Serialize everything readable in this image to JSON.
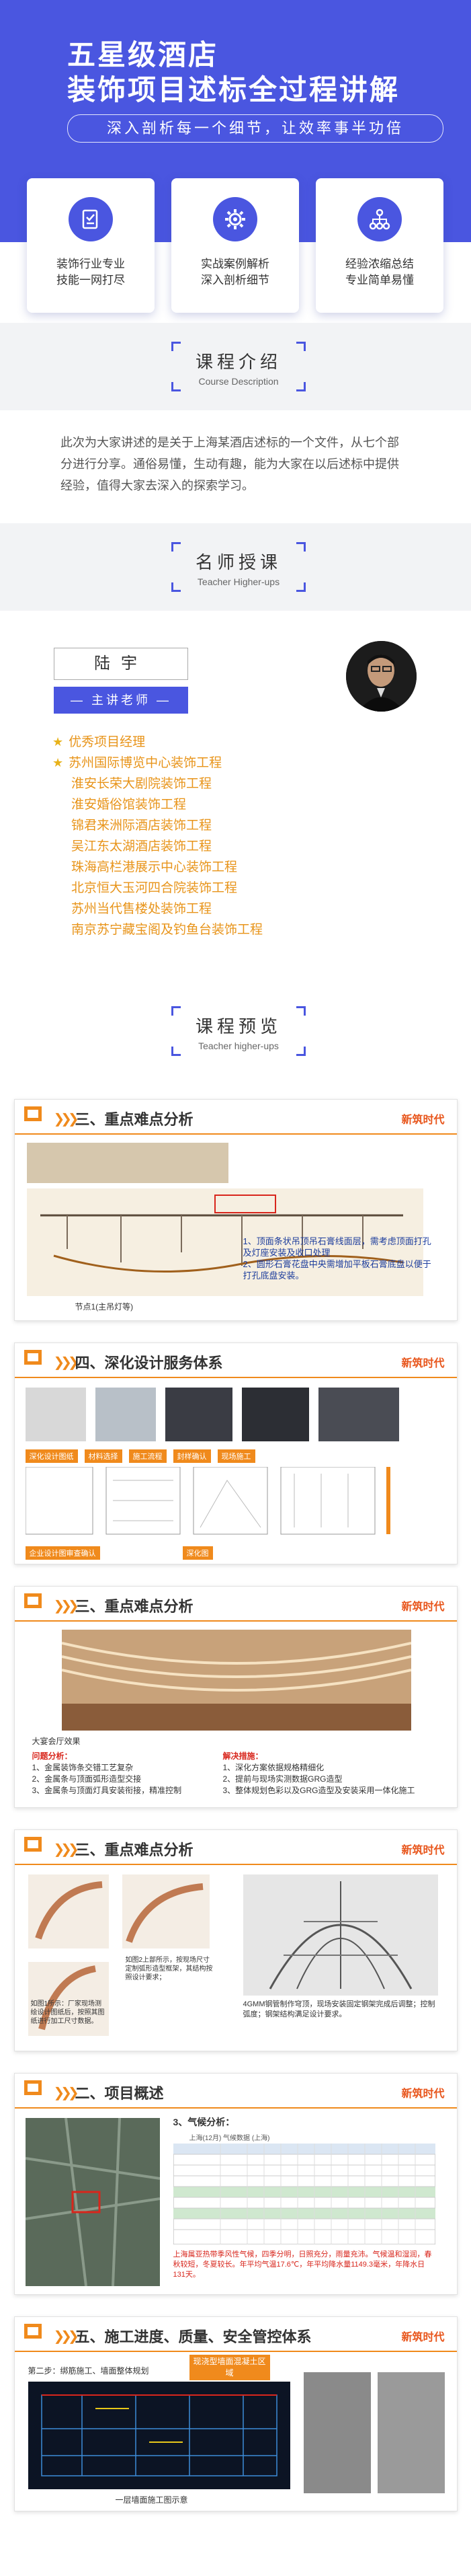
{
  "hero": {
    "title_line1": "五星级酒店",
    "title_line2": "装饰项目述标全过程讲解",
    "tagline": "深入剖析每一个细节，让效率事半功倍",
    "features": [
      {
        "line1": "装饰行业专业",
        "line2": "技能一网打尽"
      },
      {
        "line1": "实战案例解析",
        "line2": "深入剖析细节"
      },
      {
        "line1": "经验浓缩总结",
        "line2": "专业简单易懂"
      }
    ]
  },
  "course": {
    "title_zh": "课程介绍",
    "title_en": "Course Description",
    "intro": "此次为大家讲述的是关于上海某酒店述标的一个文件，从七个部分进行分享。通俗易懂，生动有趣，能为大家在以后述标中提供经验，值得大家去深入的探索学习。"
  },
  "teacher": {
    "title_zh": "名师授课",
    "title_en": "Teacher Higher-ups",
    "name": "陆宇",
    "role": "主讲老师",
    "items": [
      "优秀项目经理",
      "苏州国际博览中心装饰工程",
      "淮安长荣大剧院装饰工程",
      "淮安婚俗馆装饰工程",
      "锦君来洲际酒店装饰工程",
      "吴江东太湖酒店装饰工程",
      "珠海高栏港展示中心装饰工程",
      "北京恒大玉河四合院装饰工程",
      "苏州当代售楼处装饰工程",
      "南京苏宁藏宝阁及钓鱼台装饰工程"
    ]
  },
  "preview": {
    "title_zh": "课程预览",
    "title_en": "Teacher higher-ups",
    "brand": "新筑时代",
    "slides": [
      {
        "title": "三、重点难点分析",
        "notes": [
          "1、顶面条状吊顶吊石膏线面层，需考虑顶面打孔及灯座安装及收口处理",
          "2、圆形石膏花盘中央需增加平板石膏底盘以便于打孔底盘安装。"
        ],
        "caption": "节点1(主吊灯等)"
      },
      {
        "title": "四、深化设计服务体系",
        "labels": [
          "深化设计图纸",
          "材料选择",
          "施工流程",
          "封样确认",
          "现场施工",
          "深化图",
          "企业设计图审查确认"
        ]
      },
      {
        "title": "三、重点难点分析",
        "caption": "大宴会厅效果",
        "problem_head": "问题分析：",
        "problems": [
          "1、金属装饰条交错工艺复杂",
          "2、金属条与顶面弧形造型交接",
          "3、金属条与顶面灯具安装衔接，精准控制"
        ],
        "solution_head": "解决措施：",
        "solutions": [
          "1、深化方案依据规格精细化",
          "2、提前与现场实测数据GRG造型",
          "3、整体规划色彩以及GRG造型及安装采用一体化施工"
        ]
      },
      {
        "title": "三、重点难点分析",
        "notes_left": [
          "如图1所示：厂家现场测绘设计图纸后，按照其图纸进行加工尺寸数据。"
        ],
        "notes_mid": [
          "如图2上部所示，按现场尺寸定制弧形造型框架，其结构按照设计要求；"
        ],
        "notes_right": [
          "4GMM钢管制作穹顶，现场安装固定钢架完成后调整；控制弧度；钢架结构满足设计要求。"
        ]
      },
      {
        "title": "二、项目概述",
        "subtitle": "3、气候分析：",
        "table_head": "上海(12月) 气候数据 (上海)",
        "summary": "上海属亚热带季风性气候，四季分明，日照充分，雨量充沛。气候温和湿润，春秋较短，冬夏较长。年平均气温17.6℃，年平均降水量1149.3毫米，年降水日131天。"
      },
      {
        "title": "五、施工进度、质量、安全管控体系",
        "label_left": "第二步：绑筋施工、墙面整体规划",
        "callout": "现浇型墙面混凝土区域",
        "caption": "一层墙面施工图示意"
      }
    ]
  }
}
